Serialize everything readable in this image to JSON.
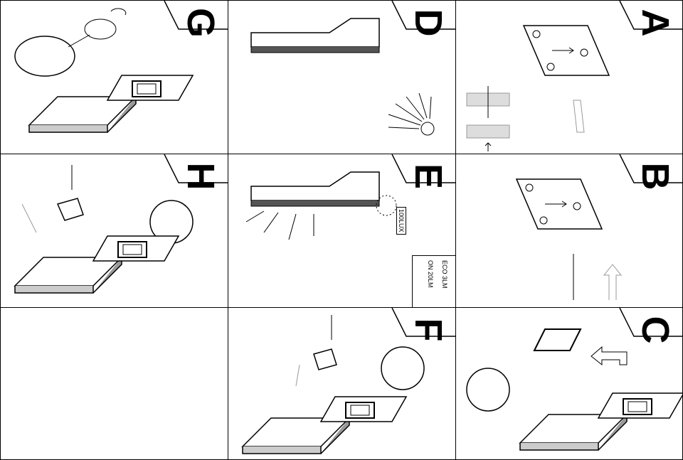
{
  "panels": [
    {
      "id": "G",
      "letter": "G"
    },
    {
      "id": "D",
      "letter": "D"
    },
    {
      "id": "A",
      "letter": "A"
    },
    {
      "id": "H",
      "letter": "H"
    },
    {
      "id": "E",
      "letter": "E",
      "lux_label": "100LUX",
      "modes": [
        "ECO 3LM",
        "ON 20LM"
      ]
    },
    {
      "id": "B",
      "letter": "B"
    },
    {
      "id": "F",
      "letter": "F"
    },
    {
      "id": "C",
      "letter": "C"
    }
  ]
}
